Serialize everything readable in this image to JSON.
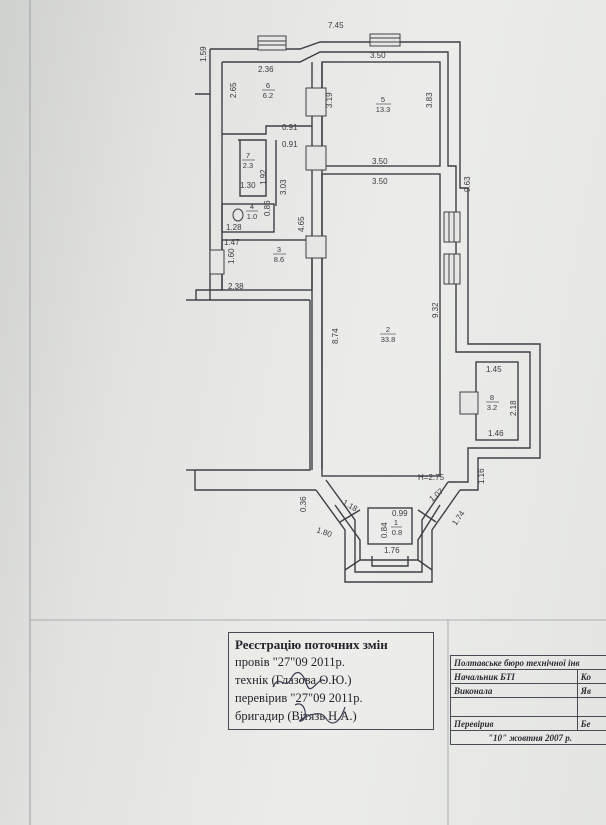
{
  "plan": {
    "dimensions": {
      "top_total": "7.45",
      "left_top": "1.59",
      "right_total": "9.63",
      "r5_top": "3.50",
      "r5_bottom": "3.50",
      "r5_left": "3.19",
      "r5_right": "3.83",
      "r6_top": "2.36",
      "r6_left": "2.65",
      "w091a": "0.91",
      "w091b": "0.91",
      "r7_bottom": "1.30",
      "r7_right": "1.92",
      "d303": "3.03",
      "d086": "0.86",
      "r4_bottom": "1.28",
      "r3_top": "1.47",
      "r3_left": "1.60",
      "r3_bottom": "2.38",
      "d465": "4.65",
      "r2_top": "3.50",
      "r2_left": "8.74",
      "r2_right": "9.32",
      "r8_top": "1.45",
      "r8_right": "2.18",
      "r8_bottom": "1.46",
      "height_mark": "H=2.75",
      "d116": "1.16",
      "d036": "0.36",
      "d180": "1.80",
      "d118": "1.18",
      "d107": "1.07",
      "d174": "1.74",
      "d099": "0.99",
      "d084": "0.84",
      "d176": "1.76"
    },
    "rooms": [
      {
        "num": "1",
        "area": "0.8"
      },
      {
        "num": "2",
        "area": "33.8"
      },
      {
        "num": "3",
        "area": "8.6"
      },
      {
        "num": "4",
        "area": "1.0"
      },
      {
        "num": "5",
        "area": "13.3"
      },
      {
        "num": "6",
        "area": "6.2"
      },
      {
        "num": "7",
        "area": "2.3"
      },
      {
        "num": "8",
        "area": "3.2"
      }
    ]
  },
  "stamp": {
    "title": "Реєстрацію поточних змін",
    "line1": "провів  \"27\"09 2011р.",
    "line2": "технік         (Глазова О.Ю.)",
    "line3": "перевірив  \"27\"09 2011р.",
    "line4": "бригадир        (Вітязь Н.А.)"
  },
  "bti": {
    "header": "Полтавське бюро технічної інв",
    "r1_label": "Начальник БТІ",
    "r1_val": "Ко",
    "r2_label": "Виконала",
    "r2_val": "Яв",
    "r3_label": "Перевірив",
    "r3_val": "Бе",
    "date": "\"10\" жовтня  2007 р."
  }
}
